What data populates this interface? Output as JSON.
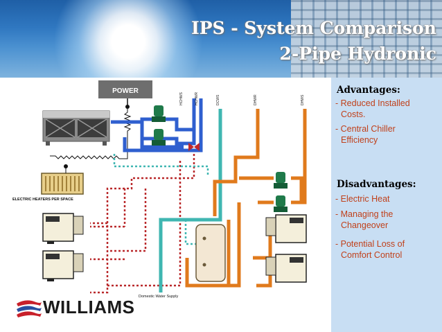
{
  "title": {
    "line1": "IPS - System Comparison",
    "line2": "2-Pipe Hydronic"
  },
  "diagram": {
    "power_label": "POWER",
    "electric_heaters_label": "ELECTRIC HEATERS PER SPACE",
    "domestic_water_label": "Domestic Water Supply",
    "pipe_labels": [
      "HCHWS",
      "HCHWR",
      "DCWS",
      "DHWR",
      "DHWS"
    ]
  },
  "panel": {
    "advantages_heading": "Advantages:",
    "advantages": [
      {
        "line1": "- Reduced Installed",
        "line2": "Costs."
      },
      {
        "line1": "- Central Chiller",
        "line2": "Efficiency"
      }
    ],
    "disadvantages_heading": "Disadvantages:",
    "disadvantages": [
      {
        "line1": "- Electric Heat",
        "line2": ""
      },
      {
        "line1": "- Managing the",
        "line2": "Changeover"
      },
      {
        "line1": "- Potential Loss of",
        "line2": "Comfort Control"
      }
    ]
  },
  "logo": {
    "text": "WILLIAMS"
  },
  "colors": {
    "supply_blue": "#2f5fcf",
    "return_red": "#b9282a",
    "domestic_cold": "#3fb6b1",
    "domestic_hot": "#e07a1c",
    "pump_green": "#1f7a4a",
    "panel_bg": "#c8def3",
    "bullet_text": "#c0401a"
  }
}
